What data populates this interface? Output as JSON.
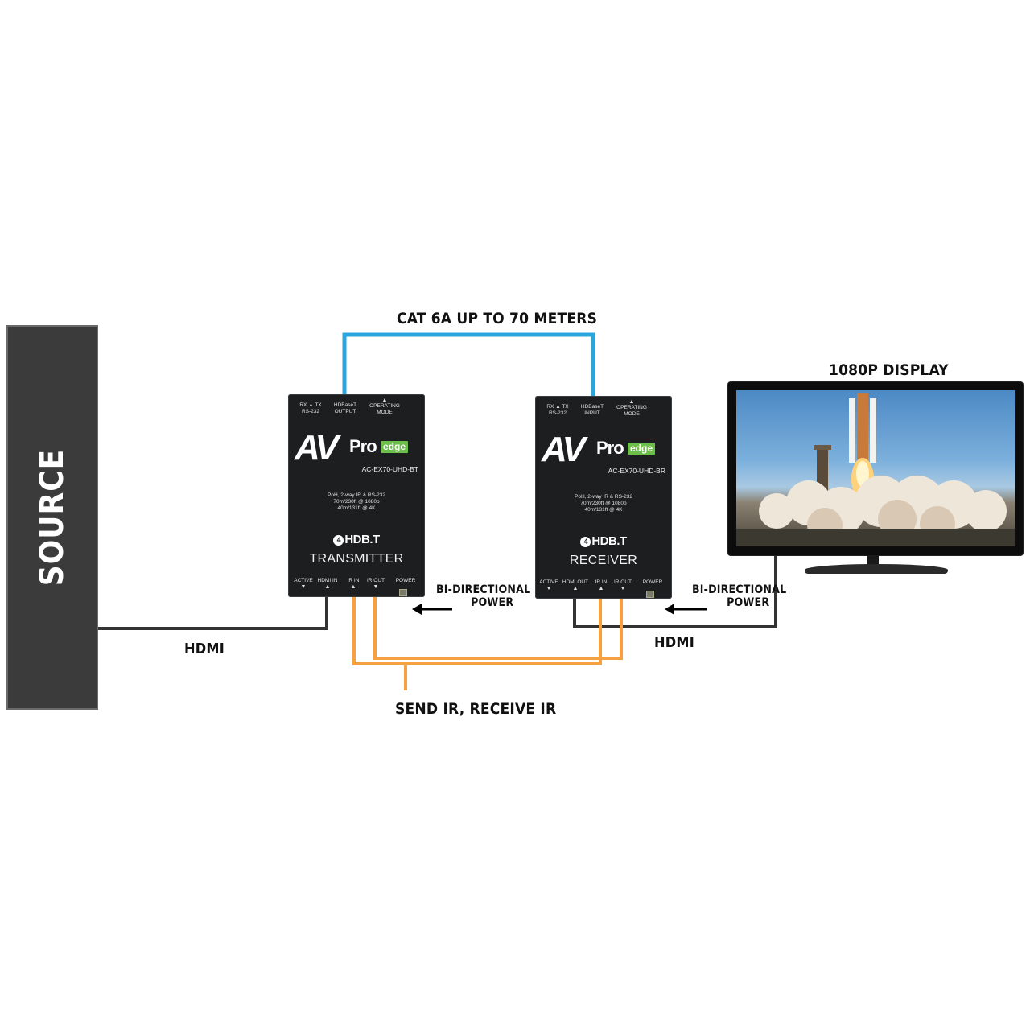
{
  "labels": {
    "source": "SOURCE",
    "cat6": "CAT 6A UP TO 70 METERS",
    "display": "1080P DISPLAY",
    "hdmi_left": "HDMI",
    "hdmi_right": "HDMI",
    "power_left_line1": "BI-DIRECTIONAL",
    "power_left_line2": "POWER",
    "power_right_line1": "BI-DIRECTIONAL",
    "power_right_line2": "POWER",
    "ir": "SEND IR, RECEIVE IR"
  },
  "transmitter": {
    "rs232_top": "RX ▲ TX",
    "rs232_bottom": "RS-232",
    "hdbaset_top": "HDBaseT",
    "hdbaset_bottom": "OUTPUT",
    "mode_top": "OPERATING",
    "mode_bottom": "MODE",
    "brand_av": "AV",
    "brand_pro": "Pro",
    "brand_edge": "edge",
    "model": "AC-EX70-UHD-BT",
    "spec1": "PoH, 2-way IR & RS-232",
    "spec2": "70m/230ft @ 1080p",
    "spec3": "40m/131ft @ 4K",
    "hdbt": "HDB.T",
    "title": "TRANSMITTER",
    "ports": [
      "ACTIVE",
      "HDMI IN",
      "IR IN",
      "IR OUT",
      "POWER"
    ]
  },
  "receiver": {
    "rs232_top": "RX ▲ TX",
    "rs232_bottom": "RS-232",
    "hdbaset_top": "HDBaseT",
    "hdbaset_bottom": "INPUT",
    "mode_top": "OPERATING",
    "mode_bottom": "MODE",
    "brand_av": "AV",
    "brand_pro": "Pro",
    "brand_edge": "edge",
    "model": "AC-EX70-UHD-BR",
    "spec1": "PoH, 2-way IR & RS-232",
    "spec2": "70m/230ft @ 1080p",
    "spec3": "40m/131ft @ 4K",
    "hdbt": "HDB.T",
    "title": "RECEIVER",
    "ports": [
      "ACTIVE",
      "HDMI OUT",
      "IR IN",
      "IR OUT",
      "POWER"
    ]
  },
  "colors": {
    "cat_cable": "#28a6dd",
    "ir_cable": "#f5a142",
    "hdmi_cable": "#333333",
    "unit_body": "#1c1e20",
    "brand_green": "#6cc04a"
  },
  "icons": [
    "arrow-left-icon",
    "hdbt-logo-icon",
    "rocket-launch-image"
  ]
}
